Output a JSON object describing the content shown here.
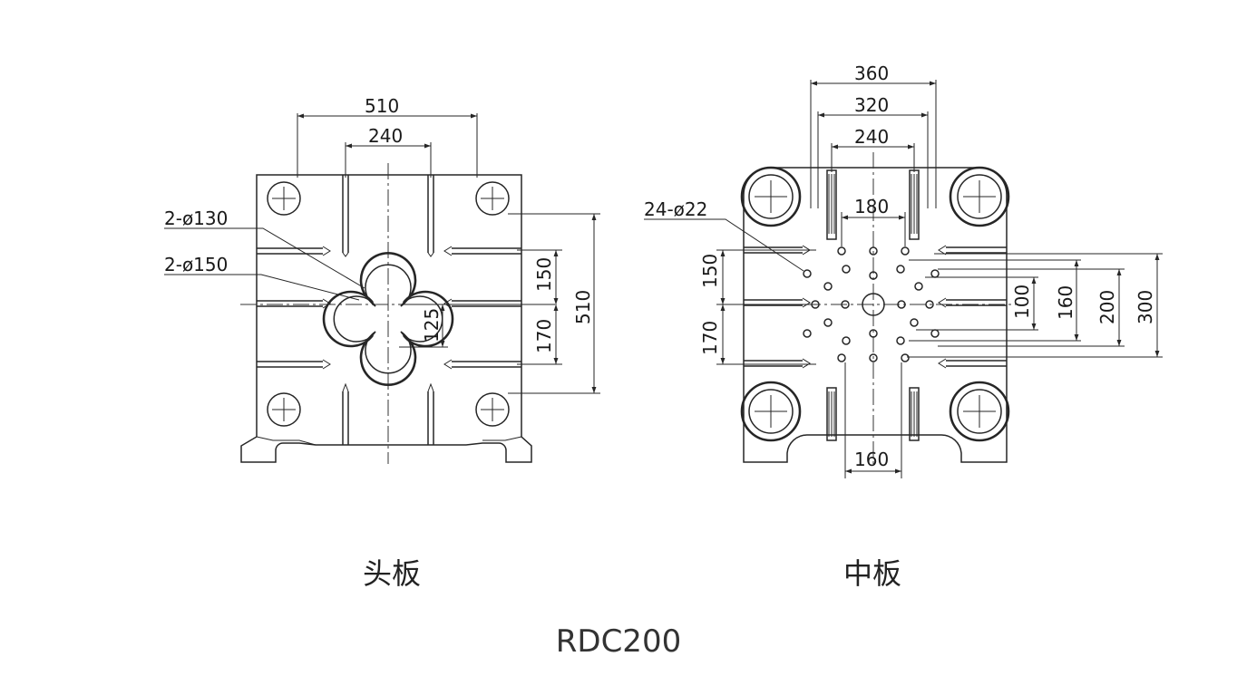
{
  "head_plate": {
    "caption": "头板",
    "dims": {
      "tie_bar_spacing": "510",
      "slot_spacing": "240",
      "hole_130": "2-ø130",
      "hole_150": "2-ø150",
      "v_upper": "150",
      "v_lower": "170",
      "v_total": "510",
      "v_center": "125"
    }
  },
  "middle_plate": {
    "caption": "中板",
    "dims": {
      "w360": "360",
      "w320": "320",
      "w240": "240",
      "w180": "180",
      "holes": "24-ø22",
      "l150": "150",
      "l170": "170",
      "r100": "100",
      "r160": "160",
      "r200": "200",
      "r300": "300",
      "bottom160": "160"
    }
  },
  "model": "RDC200"
}
